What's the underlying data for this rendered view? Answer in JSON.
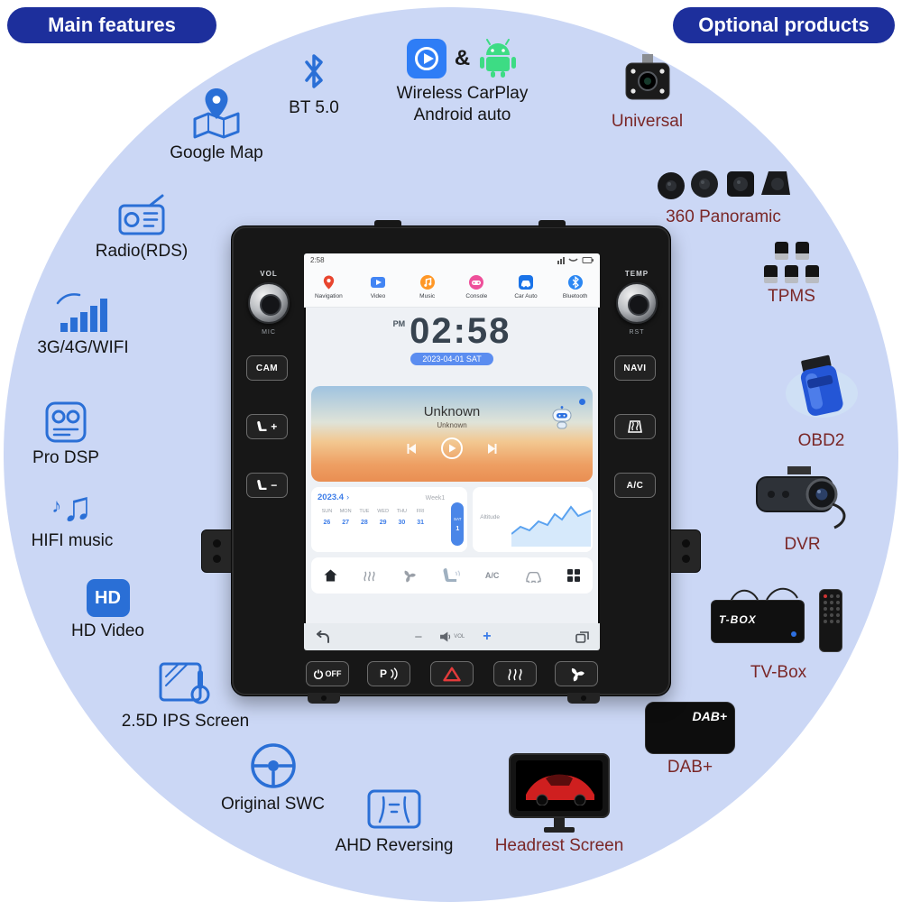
{
  "badges": {
    "main_features": "Main features",
    "optional_products": "Optional products"
  },
  "features": [
    {
      "label": "Google Map"
    },
    {
      "label": "BT 5.0"
    },
    {
      "label": "Wireless CarPlay",
      "label2": "Android auto",
      "amp": "&"
    },
    {
      "label": "Radio(RDS)"
    },
    {
      "label": "3G/4G/WIFI"
    },
    {
      "label": "Pro DSP"
    },
    {
      "label": "HIFI music"
    },
    {
      "label": "HD Video",
      "icon_text": "HD"
    },
    {
      "label": "2.5D IPS Screen"
    },
    {
      "label": "Original SWC"
    },
    {
      "label": "AHD Reversing"
    }
  ],
  "products": [
    {
      "label": "Universal"
    },
    {
      "label": "360 Panoramic"
    },
    {
      "label": "TPMS"
    },
    {
      "label": "OBD2"
    },
    {
      "label": "DVR"
    },
    {
      "label": "TV-Box",
      "art_text": "T-BOX"
    },
    {
      "label": "DAB+",
      "art_text": "DAB+"
    },
    {
      "label": "Headrest Screen"
    }
  ],
  "head_unit": {
    "left_knob_label": "VOL",
    "left_knob_sub": "MIC",
    "right_knob_label": "TEMP",
    "right_knob_sub": "RST",
    "side_buttons_left": {
      "cam": "CAM"
    },
    "side_buttons_right": {
      "navi": "NAVI",
      "ac": "A/C"
    },
    "bottom_buttons": {
      "off": "OFF",
      "park": "P"
    },
    "screen": {
      "status_time": "2:58",
      "apps": [
        {
          "label": "Navigation"
        },
        {
          "label": "Video"
        },
        {
          "label": "Music"
        },
        {
          "label": "Console"
        },
        {
          "label": "Car Auto"
        },
        {
          "label": "Bluetooth"
        }
      ],
      "clock": {
        "ampm": "PM",
        "time": "02:58",
        "date": "2023-04-01 SAT"
      },
      "player": {
        "title": "Unknown",
        "subtitle": "Unknown"
      },
      "calendar": {
        "month": "2023.4",
        "arrow": "›",
        "week": "Week1",
        "days": [
          "SUN",
          "MON",
          "TUE",
          "WED",
          "THU",
          "FRI"
        ],
        "dates": [
          "26",
          "27",
          "28",
          "29",
          "30",
          "31"
        ],
        "highlight_day": "SAT",
        "highlight_date": "1"
      },
      "weather": {
        "label": "Altitude"
      },
      "climate": {
        "ac": "A/C"
      },
      "bottom": {
        "minus": "−",
        "vol": "VOL",
        "plus": "+"
      }
    }
  },
  "colors": {
    "badge": "#1d2f9c",
    "circle": "#cbd7f5",
    "feature_icon": "#2a6fd6",
    "product_label": "#7a2727",
    "screen_accent": "#3d7de8"
  }
}
